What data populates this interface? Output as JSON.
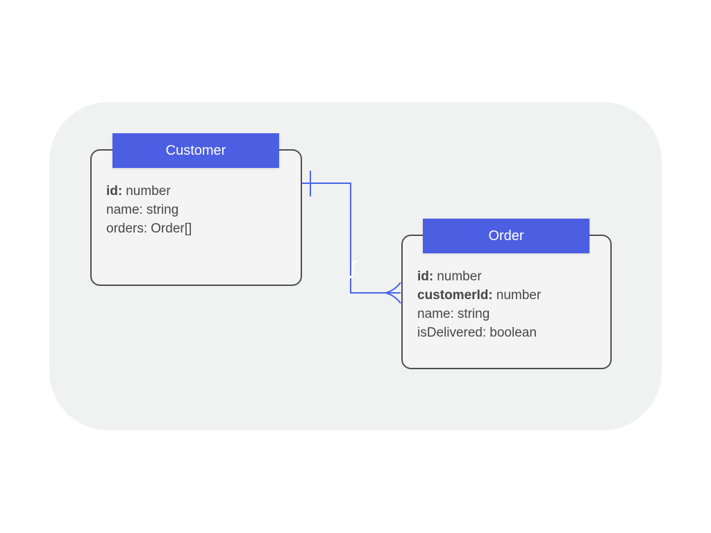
{
  "page": {
    "background": "#ffffff",
    "surface_color": "#f0f1f1"
  },
  "colors": {
    "entity_header_bg": "#4c5ee2",
    "entity_header_text": "#ffffff",
    "entity_border": "#4f4f4f",
    "entity_fill": "#f4f4f4",
    "connector": "#4a66e8",
    "field_text": "#474747"
  },
  "entities": [
    {
      "title": "Customer",
      "fields": [
        {
          "name": "id:",
          "type": "number"
        },
        {
          "name": "name:",
          "type": "string"
        },
        {
          "name": "orders:",
          "type": "Order[]"
        }
      ]
    },
    {
      "title": "Order",
      "fields": [
        {
          "name": "id:",
          "type": "number"
        },
        {
          "name": "customerId:",
          "type": "number"
        },
        {
          "name": "name:",
          "type": "string"
        },
        {
          "name": "isDelivered:",
          "type": "boolean"
        }
      ]
    }
  ],
  "relationship": {
    "from": "Customer",
    "to": "Order",
    "from_marker": "one-cardinality-tick",
    "to_marker": "many-cardinality-crows-foot"
  }
}
